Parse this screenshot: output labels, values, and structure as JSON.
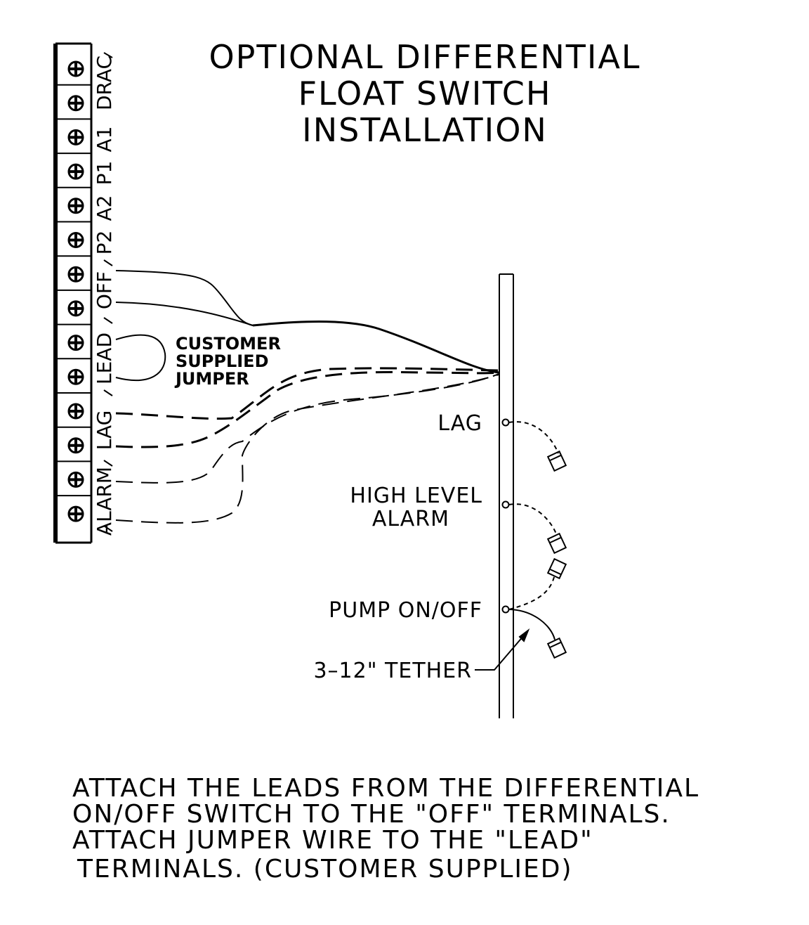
{
  "title": {
    "line1": "OPTIONAL DIFFERENTIAL",
    "line2": "FLOAT SWITCH",
    "line3": "INSTALLATION"
  },
  "terminal_labels": [
    "DRAC",
    "A1",
    "P1",
    "A2",
    "P2",
    "OFF",
    "LEAD",
    "LAG",
    "ALARM"
  ],
  "jumper_label": {
    "line1": "CUSTOMER",
    "line2": "SUPPLIED",
    "line3": "JUMPER"
  },
  "float_labels": {
    "lag": "LAG",
    "high_level_1": "HIGH LEVEL",
    "high_level_2": "ALARM",
    "pump": "PUMP ON/OFF",
    "tether": "3–12\" TETHER"
  },
  "instructions": [
    "ATTACH THE LEADS FROM THE DIFFERENTIAL",
    "ON/OFF SWITCH TO THE  \"OFF\" TERMINALS.",
    "ATTACH JUMPER WIRE TO THE \"LEAD\"",
    "TERMINALS. (CUSTOMER SUPPLIED)"
  ]
}
